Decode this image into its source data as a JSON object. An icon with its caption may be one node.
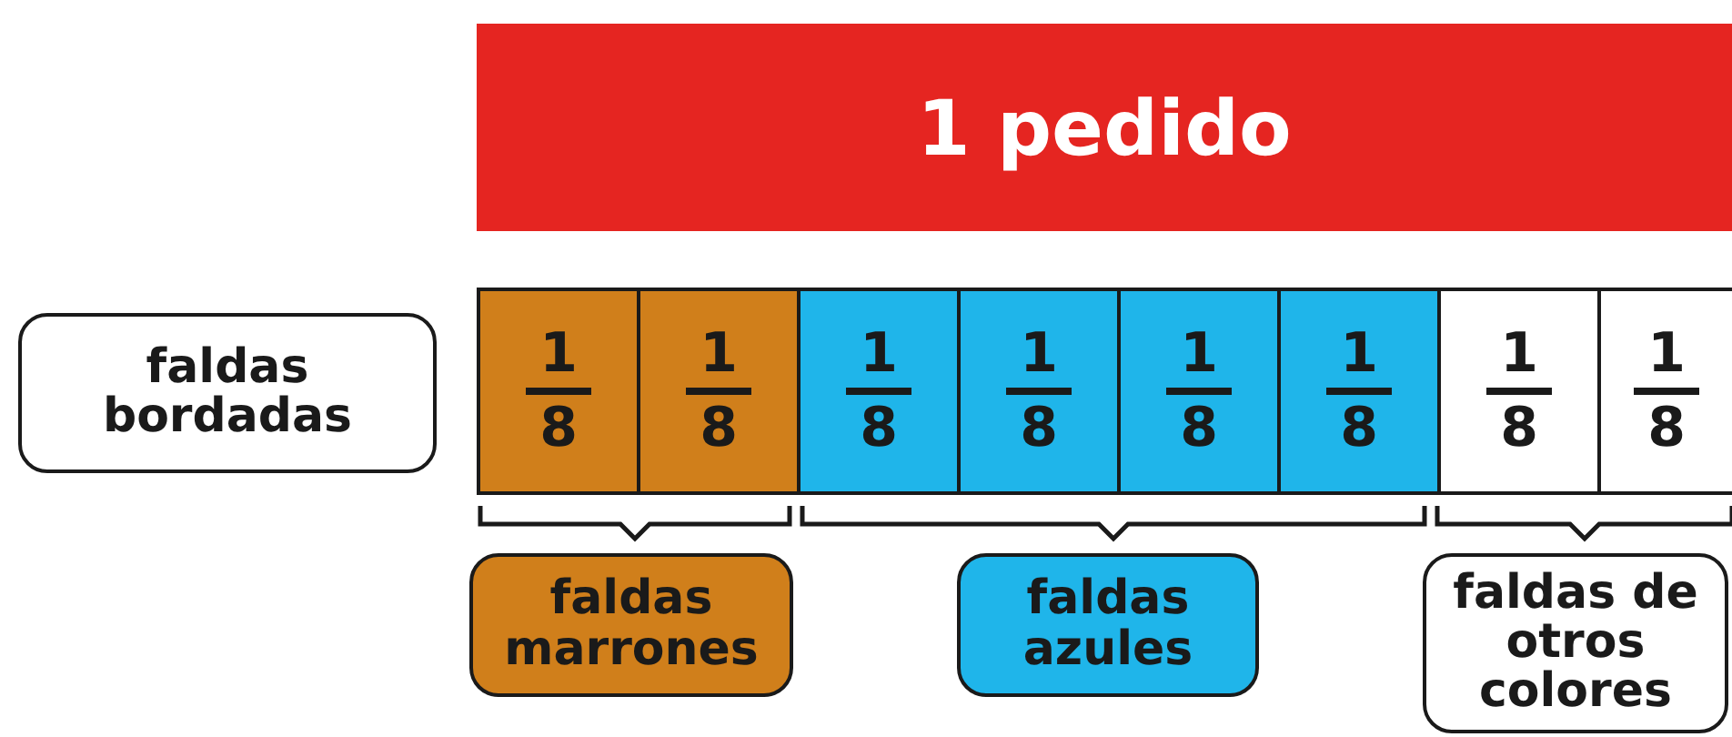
{
  "diagram": {
    "nodes": [
      {
        "text": [
          "1 pedido"
        ]
      },
      {
        "text": [
          "faldas bordadas"
        ]
      },
      {
        "text": [
          "1",
          "8"
        ]
      },
      {
        "text": [
          "1",
          "8"
        ]
      },
      {
        "text": [
          "1",
          "8"
        ]
      },
      {
        "text": [
          "1",
          "8"
        ]
      },
      {
        "text": [
          "1",
          "8"
        ]
      },
      {
        "text": [
          "1",
          "8"
        ]
      },
      {
        "text": [
          "1",
          "8"
        ]
      },
      {
        "text": [
          "1",
          "8"
        ]
      },
      {
        "text": [
          "faldas marrones"
        ]
      },
      {
        "text": [
          "faldas azules"
        ]
      },
      {
        "text": [
          "faldas de otros colores"
        ]
      }
    ]
  }
}
